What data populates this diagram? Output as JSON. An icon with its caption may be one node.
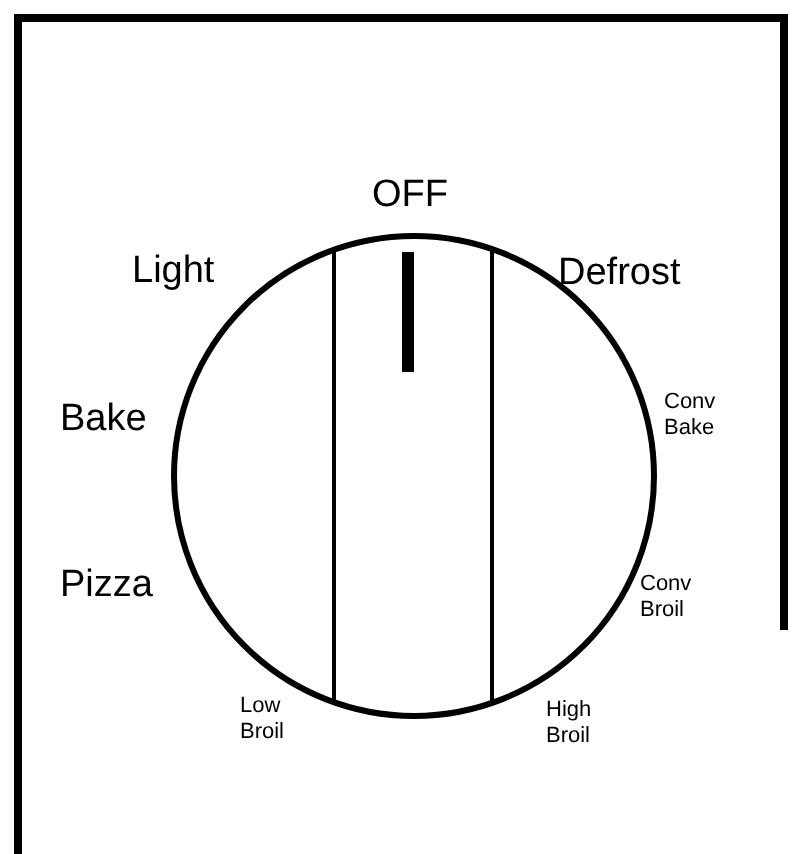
{
  "diagram": {
    "labels": [
      "OFF",
      "Light",
      "Defrost",
      "Conv Bake",
      "Bake",
      "Pizza",
      "Conv Broil",
      "Low Broil",
      "High Broil"
    ]
  }
}
